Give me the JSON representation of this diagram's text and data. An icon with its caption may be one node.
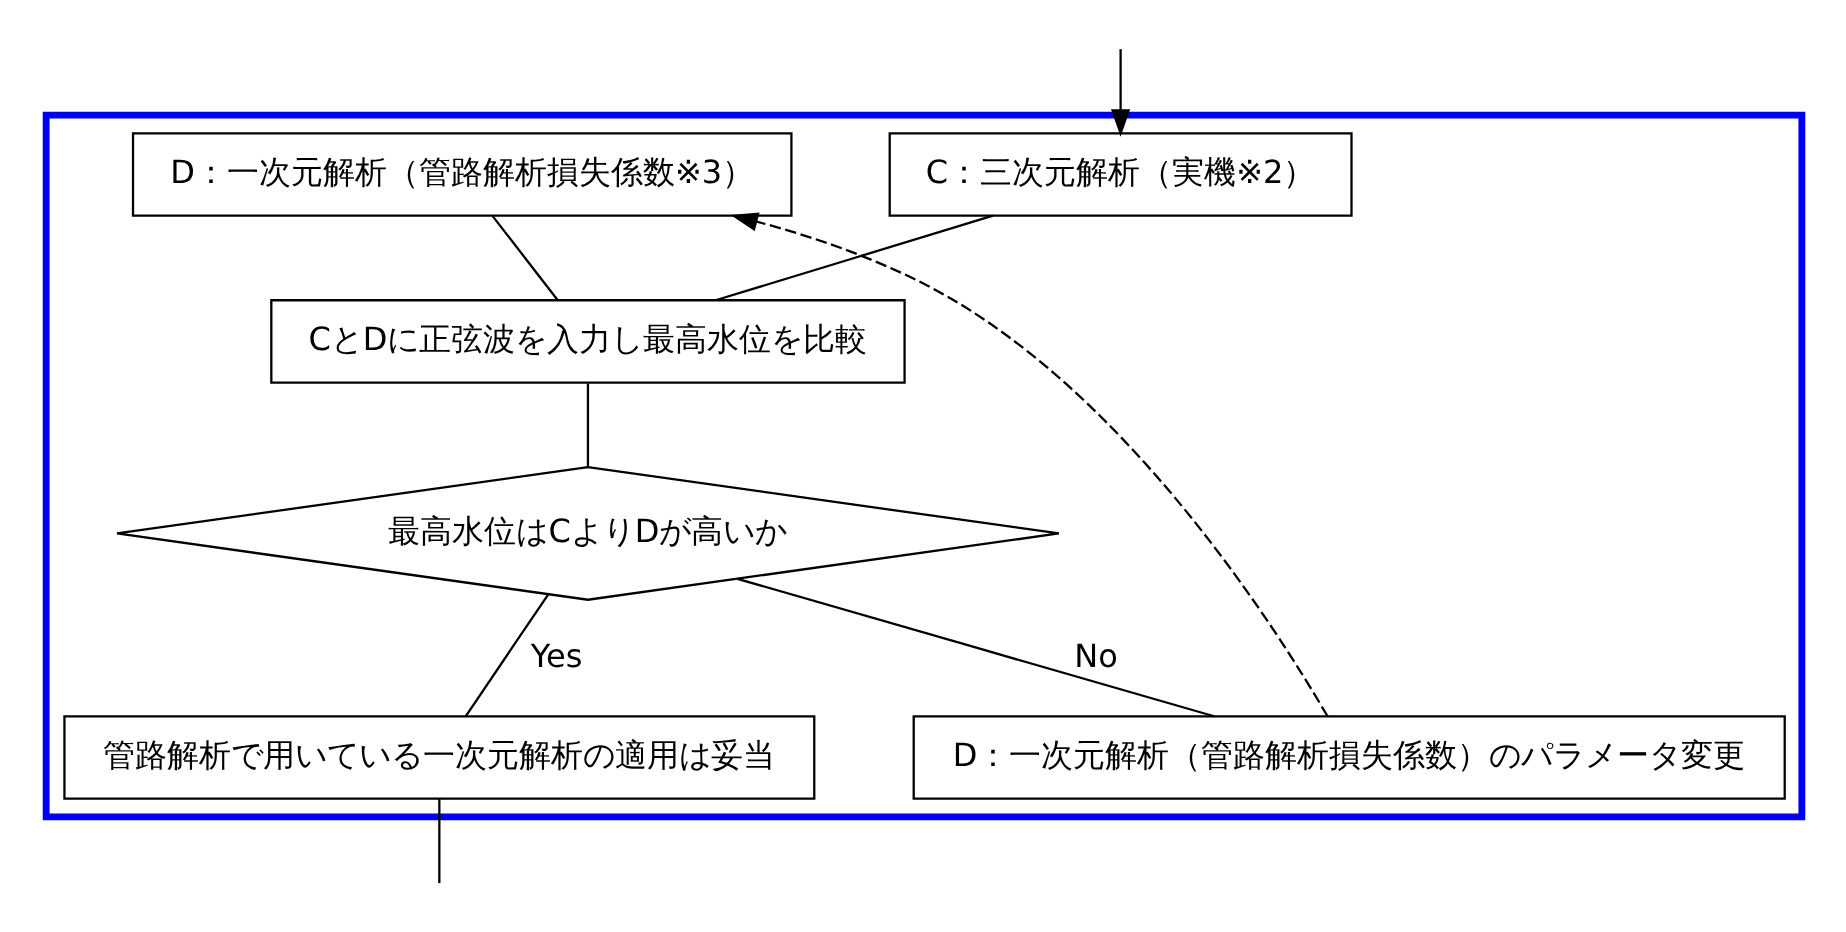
{
  "diagram": {
    "nodes": [
      {
        "text": [],
        "shape": "box"
      },
      {
        "text": [
          "C：三次元解析（実機※2）"
        ],
        "in": 0
      },
      {
        "text": [
          "D：一次元解析（管路解析損失係数※3）"
        ],
        "in": 0
      },
      {
        "text": [
          "CとDに正弦波を入力し最高水位を比較"
        ],
        "in": 0
      },
      {
        "text": [
          "最高水位はCよりDが高いか"
        ],
        "in": 0
      },
      {
        "text": [
          "管路解析で用いている一次元解析の適用は妥当"
        ],
        "in": 0
      },
      {
        "text": [
          "D：一次元解析（管路解析損失係数）のパラメータ変更"
        ],
        "in": 0
      }
    ],
    "edges": [
      {
        "from": null,
        "to": 1,
        "arrow": "to"
      },
      {
        "from": 1,
        "to": 3,
        "arrow": "none"
      },
      {
        "from": 2,
        "to": 3,
        "arrow": "none"
      },
      {
        "from": 3,
        "to": 4,
        "arrow": "none"
      },
      {
        "from": 4,
        "to": 5,
        "arrow": "none",
        "label": "Yes"
      },
      {
        "from": 4,
        "to": 6,
        "arrow": "none",
        "label": "No"
      },
      {
        "from": 6,
        "to": 2,
        "arrow": "to",
        "style": "dashed"
      },
      {
        "from": 5,
        "to": null,
        "arrow": "none"
      }
    ]
  }
}
